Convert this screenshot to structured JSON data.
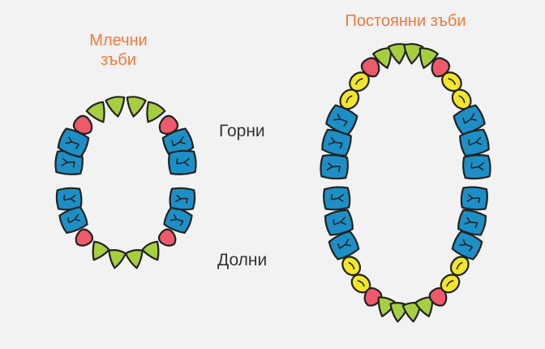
{
  "titles": {
    "milk": "Млечни\nзъби",
    "permanent": "Постоянни зъби"
  },
  "labels": {
    "upper": "Горни",
    "lower": "Долни"
  },
  "colors": {
    "incisor": "#a6cf3f",
    "canine": "#ee5a6a",
    "premolar": "#f2e62a",
    "molar": "#1e8fc6",
    "outline": "#222222",
    "title": "#f07a3a"
  },
  "legend_icons": [
    "incisor-tooth",
    "canine-tooth",
    "premolar-tooth",
    "molar-tooth"
  ]
}
